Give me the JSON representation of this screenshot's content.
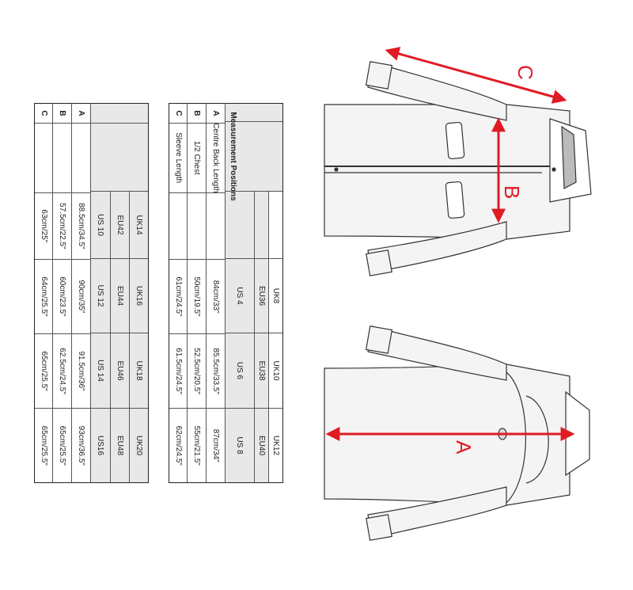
{
  "table": {
    "title": "Measurement Positions",
    "block1": {
      "uk": [
        "UK8",
        "UK10",
        "UK12"
      ],
      "eu": [
        "EU36",
        "EU38",
        "EU40"
      ],
      "us": [
        "US 4",
        "US 6",
        "US 8"
      ],
      "rows": [
        {
          "letter": "A",
          "label": "Centre Back Length",
          "values": [
            "84cm/33\"",
            "85.5cm/33.5\"",
            "87cm/34\""
          ]
        },
        {
          "letter": "B",
          "label": "1/2 Chest",
          "values": [
            "50cm/19.5\"",
            "52.5cm/20.5\"",
            "55cm/21.5\""
          ]
        },
        {
          "letter": "C",
          "label": "Sleeve Length",
          "values": [
            "61cm/24.5\"",
            "61.5cm/24.5\"",
            "62cm/24.5\""
          ]
        }
      ]
    },
    "block2": {
      "uk": [
        "UK14",
        "UK16",
        "UK18",
        "UK20"
      ],
      "eu": [
        "EU42",
        "EU44",
        "EU46",
        "EU48"
      ],
      "us": [
        "US 10",
        "US 12",
        "US 14",
        "US16"
      ],
      "rows": [
        {
          "letter": "A",
          "values": [
            "88.5cm/34.5\"",
            "90cm/35\"",
            "91.5cm/36\"",
            "93cm/36.5\""
          ]
        },
        {
          "letter": "B",
          "values": [
            "57.5cm/22.5\"",
            "60cm/23.5\"",
            "62.5cm/24.5\"",
            "65cm/25.5\""
          ]
        },
        {
          "letter": "C",
          "values": [
            "63cm/25\"",
            "64cm/25.5\"",
            "65cm/25.5\"",
            "65cm/25.5\""
          ]
        }
      ]
    }
  },
  "diagram": {
    "labels": {
      "a": "A",
      "b": "B",
      "c": "C"
    },
    "colors": {
      "arrow": "#e01b24",
      "line": "#333333",
      "fill": "#f2f2f2"
    }
  }
}
